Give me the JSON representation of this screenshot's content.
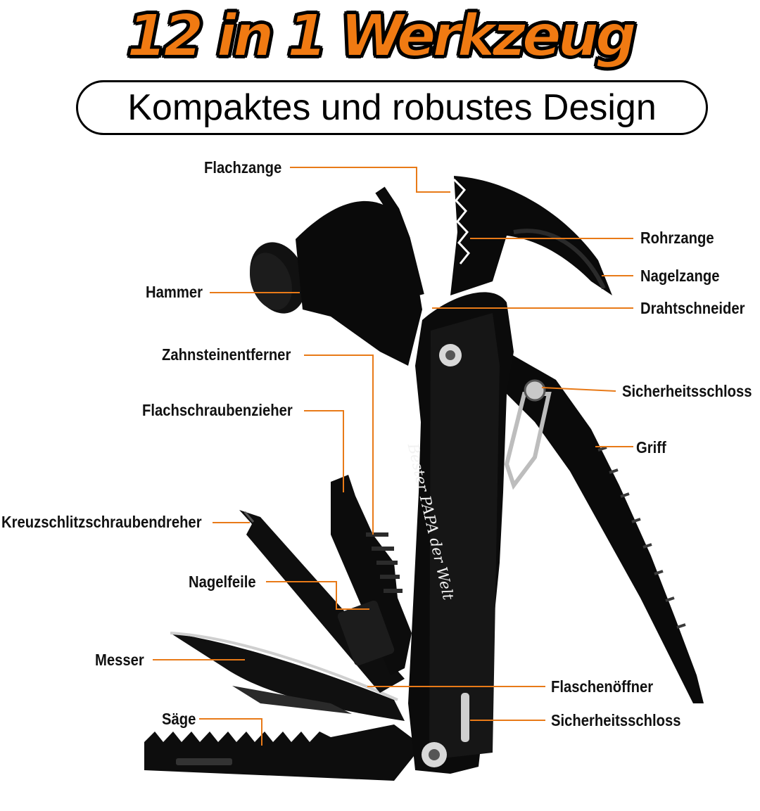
{
  "headline": "12 in 1 Werkzeug",
  "subtitle": "Kompaktes und robustes Design",
  "engraving": "Bester PAPA der Welt",
  "accent_color": "#f07a12",
  "labels": {
    "flachzange": "Flachzange",
    "rohrzange": "Rohrzange",
    "nagelzange": "Nagelzange",
    "hammer": "Hammer",
    "drahtschneider": "Drahtschneider",
    "zahnsteinentferner": "Zahnsteinentferner",
    "sicherheitsschloss_top": "Sicherheitsschloss",
    "flachschraubenzieher": "Flachschraubenzieher",
    "griff": "Griff",
    "kreuzschlitz": "Kreuzschlitzschraubendreher",
    "nagelfeile": "Nagelfeile",
    "messer": "Messer",
    "flaschenoeffner": "Flaschenöffner",
    "saege": "Säge",
    "sicherheitsschloss_bottom": "Sicherheitsschloss"
  }
}
